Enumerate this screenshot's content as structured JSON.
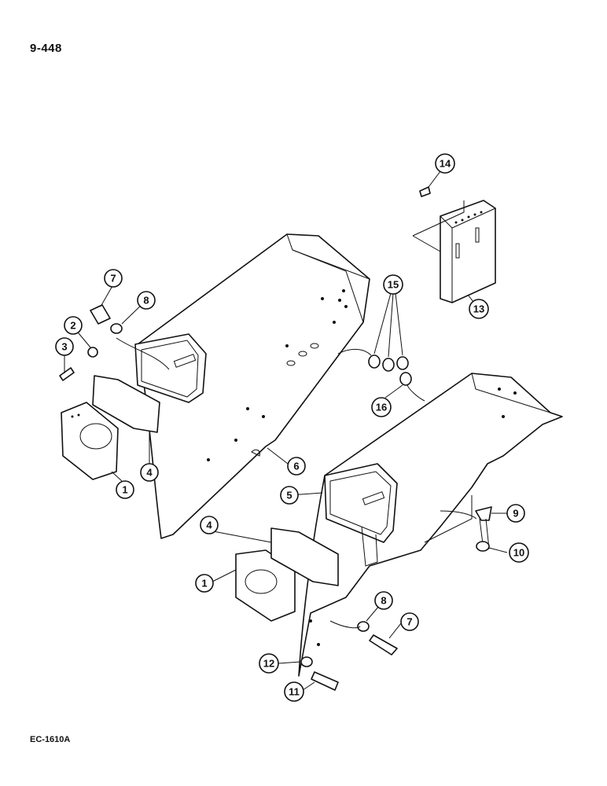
{
  "page": {
    "number": "9-448",
    "reference": "EC-1610A"
  },
  "callouts": [
    {
      "id": "c1a",
      "label": "1"
    },
    {
      "id": "c1b",
      "label": "1"
    },
    {
      "id": "c2",
      "label": "2"
    },
    {
      "id": "c3",
      "label": "3"
    },
    {
      "id": "c4a",
      "label": "4"
    },
    {
      "id": "c4b",
      "label": "4"
    },
    {
      "id": "c5",
      "label": "5"
    },
    {
      "id": "c6",
      "label": "6"
    },
    {
      "id": "c7a",
      "label": "7"
    },
    {
      "id": "c7b",
      "label": "7"
    },
    {
      "id": "c8a",
      "label": "8"
    },
    {
      "id": "c8b",
      "label": "8"
    },
    {
      "id": "c9",
      "label": "9"
    },
    {
      "id": "c10",
      "label": "10"
    },
    {
      "id": "c11",
      "label": "11"
    },
    {
      "id": "c12",
      "label": "12"
    },
    {
      "id": "c13",
      "label": "13"
    },
    {
      "id": "c14",
      "label": "14"
    },
    {
      "id": "c15",
      "label": "15"
    },
    {
      "id": "c16",
      "label": "16"
    }
  ]
}
